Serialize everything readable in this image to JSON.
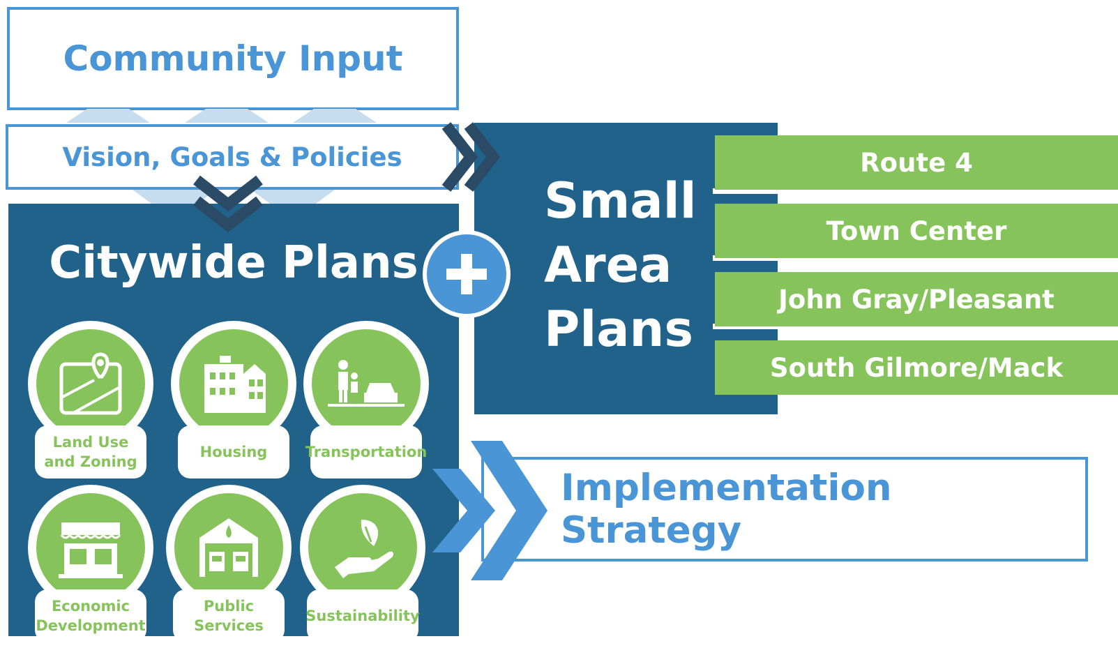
{
  "community_input": "Community Input",
  "vision": "Vision, Goals & Policies",
  "citywide": {
    "title": "Citywide Plans",
    "items": [
      {
        "label": "Land Use and Zoning",
        "icon": "map-pin-icon"
      },
      {
        "label": "Housing",
        "icon": "building-icon"
      },
      {
        "label": "Transportation",
        "icon": "pedestrian-car-icon"
      },
      {
        "label": "Economic Development",
        "icon": "storefront-icon"
      },
      {
        "label": "Public Services",
        "icon": "fire-station-icon"
      },
      {
        "label": "Sustainability",
        "icon": "hand-leaf-icon"
      }
    ]
  },
  "small_area": {
    "title_lines": [
      "Small",
      "Area",
      "Plans"
    ],
    "plans": [
      "Route 4",
      "Town Center",
      "John Gray/Pleasant",
      "South Gilmore/Mack"
    ]
  },
  "implementation": "Implementation Strategy",
  "colors": {
    "dark_blue": "#21628b",
    "light_blue": "#4a95d6",
    "green": "#86c35b",
    "chevron_dark": "#2a4a66"
  }
}
